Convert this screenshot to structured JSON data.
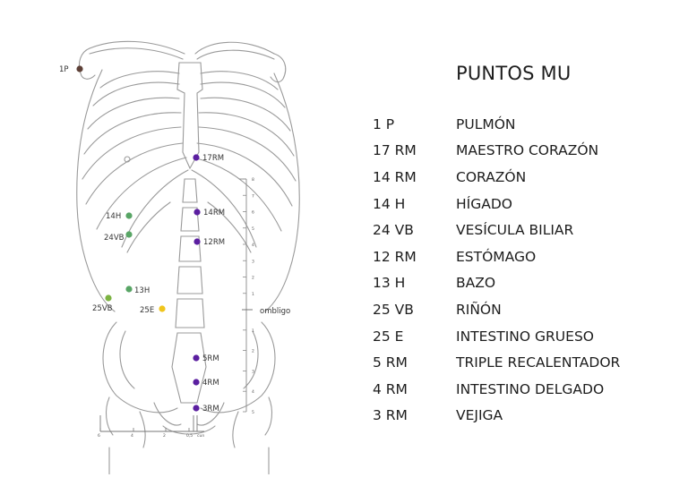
{
  "title": "PUNTOS MU",
  "colors": {
    "purple": "#5b1fa0",
    "green": "#58a565",
    "olive_green": "#7cb342",
    "yellow": "#f0c51c",
    "brown": "#5d4037",
    "outline": "#9a9a9a"
  },
  "points": [
    {
      "code": "1 P",
      "label": "1P",
      "name": "PULMÓN",
      "color": "brown"
    },
    {
      "code": "17 RM",
      "label": "17RM",
      "name": "MAESTRO CORAZÓN",
      "color": "purple"
    },
    {
      "code": "14 RM",
      "label": "14RM",
      "name": "CORAZÓN",
      "color": "purple"
    },
    {
      "code": "14 H",
      "label": "14H",
      "name": "HÍGADO",
      "color": "green"
    },
    {
      "code": "24 VB",
      "label": "24VB",
      "name": "VESÍCULA BILIAR",
      "color": "green"
    },
    {
      "code": "12 RM",
      "label": "12RM",
      "name": "ESTÓMAGO",
      "color": "purple"
    },
    {
      "code": "13 H",
      "label": "13H",
      "name": "BAZO",
      "color": "green"
    },
    {
      "code": "25 VB",
      "label": "25VB",
      "name": "RIÑÓN",
      "color": "olive_green"
    },
    {
      "code": "25 E",
      "label": "25E",
      "name": "INTESTINO GRUESO",
      "color": "yellow"
    },
    {
      "code": "5 RM",
      "label": "5RM",
      "name": "TRIPLE RECALENTADOR",
      "color": "purple"
    },
    {
      "code": "4 RM",
      "label": "4RM",
      "name": "INTESTINO DELGADO",
      "color": "purple"
    },
    {
      "code": "3 RM",
      "label": "3RM",
      "name": "VEJIGA",
      "color": "purple"
    }
  ],
  "scale": {
    "umbilicus_label": "ombligo",
    "upper_ticks": [
      "8",
      "7",
      "6",
      "5",
      "4",
      "3",
      "2",
      "1"
    ],
    "lower_ticks": [
      "1",
      "2",
      "3",
      "4",
      "5"
    ],
    "bottom_ticks": [
      "6",
      "4",
      "2",
      "0,5",
      "cun"
    ]
  }
}
